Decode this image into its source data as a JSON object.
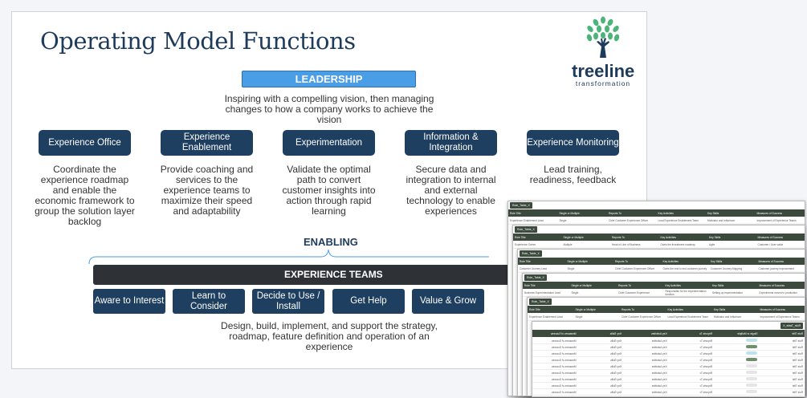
{
  "title": "Operating Model Functions",
  "logo": {
    "word": "treeline",
    "sub": "transformation",
    "leaf_color": "#4bb478",
    "trunk_color": "#1e3b5c"
  },
  "leadership": {
    "label": "LEADERSHIP",
    "description": "Inspiring with a compelling vision, then managing changes to how a company works to achieve the vision"
  },
  "functions": [
    {
      "label": "Experience Office",
      "description": "Coordinate the experience roadmap and enable the economic framework to group the solution layer backlog"
    },
    {
      "label": "Experience Enablement",
      "description": "Provide coaching and services to the experience teams to maximize their speed and adaptability"
    },
    {
      "label": "Experimentation",
      "description": "Validate the optimal path to convert customer insights into action through rapid learning"
    },
    {
      "label": "Information & Integration",
      "description": "Secure data and integration to internal and external technology to enable experiences"
    },
    {
      "label": "Experience Monitoring",
      "description": "Lead training, readiness, feedback"
    }
  ],
  "enabling": {
    "label": "ENABLING"
  },
  "teams": {
    "label": "EXPERIENCE TEAMS",
    "stages": [
      "Aware to Interest",
      "Learn to Consider",
      "Decide to Use / Install",
      "Get Help",
      "Value & Grow"
    ],
    "description": "Design, build, implement, and support the strategy, roadmap, feature definition and operation of an experience"
  },
  "sheets": {
    "tab": "Role_Table_X",
    "headers": [
      "Role Title",
      "Single or Multiple",
      "Reports To",
      "Key Activities",
      "Key Skills",
      "Measures of Success"
    ],
    "rows": [
      [
        "Experience Enablement Lead",
        "Single",
        "Chief Customer Experience Officer",
        "Lead Experience Enablement Team",
        "Motivator and Influencer",
        "Improvement of Experience Teams"
      ],
      [
        "Experience Owner",
        "Multiple",
        "Head of Line of Business",
        "Owns the investment roadmap",
        "Agile",
        "Customer / User value"
      ],
      [
        "Customer Journey Lead",
        "Single",
        "Chief Customer Experience Officer",
        "Owns the end to end customer journey",
        "Customer Journey Mapping",
        "Customer journey improvement"
      ],
      [
        "Business Experimentation Lead",
        "Single",
        "Chief Customer Experience",
        "Responsible for the experimentation function",
        "Setting up experimentation",
        "Experiments moved to production"
      ]
    ],
    "front_row": [
      "Role Title",
      "Single",
      "Reports To",
      "Key Activities",
      "Key Skills",
      "Measures of Success"
    ],
    "header_color": "#3c4a3e"
  },
  "colors": {
    "navy": "#1e3f60",
    "leadership_blue": "#4a9ee6",
    "teams_bar": "#2e3237"
  }
}
